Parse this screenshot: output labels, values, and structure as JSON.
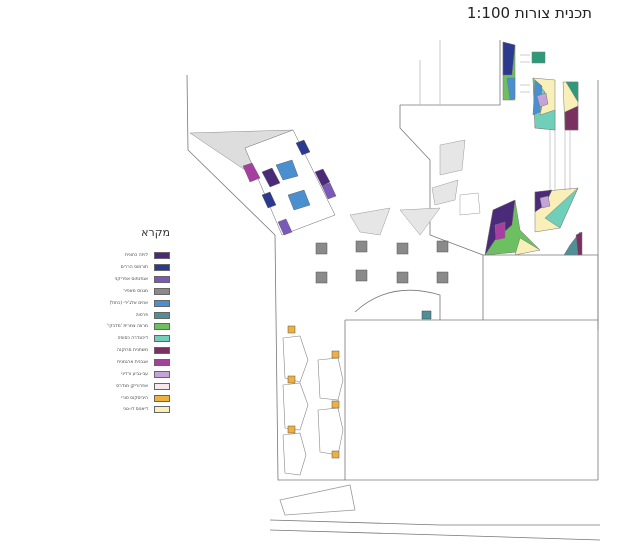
{
  "title": "תכנית צורות 1:100",
  "legend": {
    "title": "מקרא",
    "items": [
      {
        "label": "לויזה כחונית",
        "color": "#4b2a7a"
      },
      {
        "label": "תורמוס הררים",
        "color": "#2b3a8f"
      },
      {
        "label": "אגפנתוס אפריקני",
        "color": "#7a5ab8"
      },
      {
        "label": "מגנוס מאפיר",
        "color": "#8a8a8a"
      },
      {
        "label": "אוזים אלג'ירי (כחול)",
        "color": "#4a8fd0"
      },
      {
        "label": "פרסוה",
        "color": "#4f8f96"
      },
      {
        "label": "מרווה צמרית 'מדבקי'",
        "color": "#6cc060"
      },
      {
        "label": "דיכונדרה כסופה",
        "color": "#6fcfb8"
      },
      {
        "label": "משתנית מרוקנה",
        "color": "#7a3060"
      },
      {
        "label": "אגבנית ארגמנית",
        "color": "#a640a0"
      },
      {
        "label": "עב-גביע ורדיני",
        "color": "#c4a4d8"
      },
      {
        "label": "אפרוריקן מנדרס",
        "color": "#f8e8ee"
      },
      {
        "label": "היביסקוס סורי",
        "color": "#f0b040"
      },
      {
        "label": "דיאנוס דו-גוני",
        "color": "#f8f0b8"
      }
    ]
  }
}
